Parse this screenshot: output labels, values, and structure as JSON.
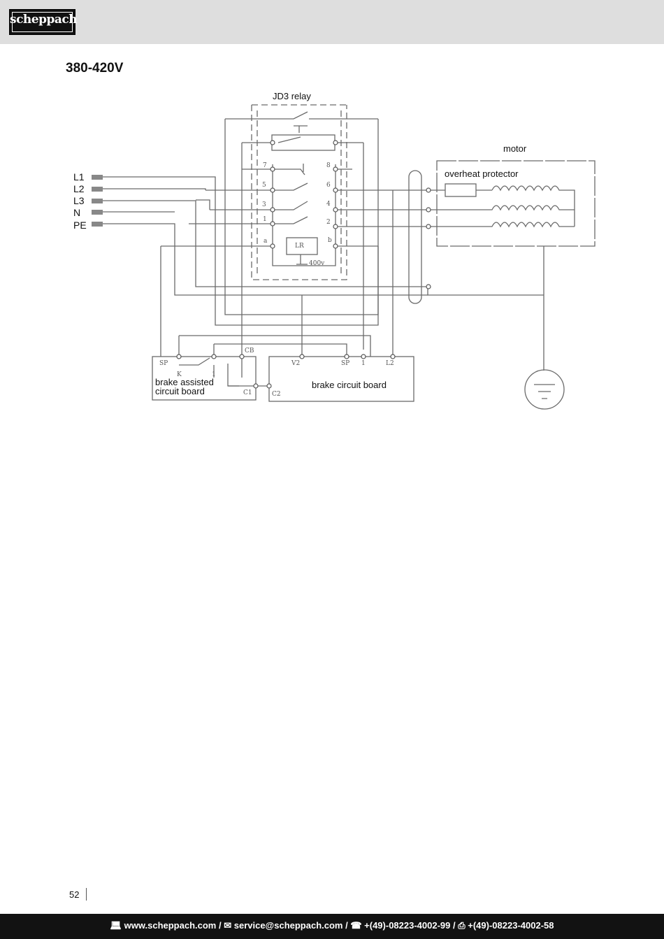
{
  "header": {
    "brand": "scheppach"
  },
  "section_title": "380-420V",
  "diagram": {
    "relay_label": "JD3 relay",
    "motor_label": "motor",
    "overheat_label": "overheat protector",
    "terminals": [
      "L1",
      "L2",
      "L3",
      "N",
      "PE"
    ],
    "relay_pins": {
      "p7": "7",
      "p8": "8",
      "p5": "5",
      "p6": "6",
      "p3": "3",
      "p4": "4",
      "p1": "1",
      "p2": "2",
      "pa": "a",
      "pb": "b"
    },
    "coil_label": "LR",
    "voltage_label": "400v",
    "brake_assist": {
      "line1": "brake assisted",
      "line2": "circuit board",
      "sp": "SP",
      "k": "K",
      "cb": "CB",
      "one": "1",
      "c1": "C1"
    },
    "brake_board": {
      "label": "brake circuit board",
      "v2": "V2",
      "sp": "SP",
      "one": "1",
      "l2": "L2",
      "c2": "C2"
    }
  },
  "page_number": "52",
  "footer": {
    "website": "www.scheppach.com",
    "email": "service@scheppach.com",
    "phone": "+(49)-08223-4002-99",
    "fax": "+(49)-08223-4002-58",
    "separator": " / "
  }
}
